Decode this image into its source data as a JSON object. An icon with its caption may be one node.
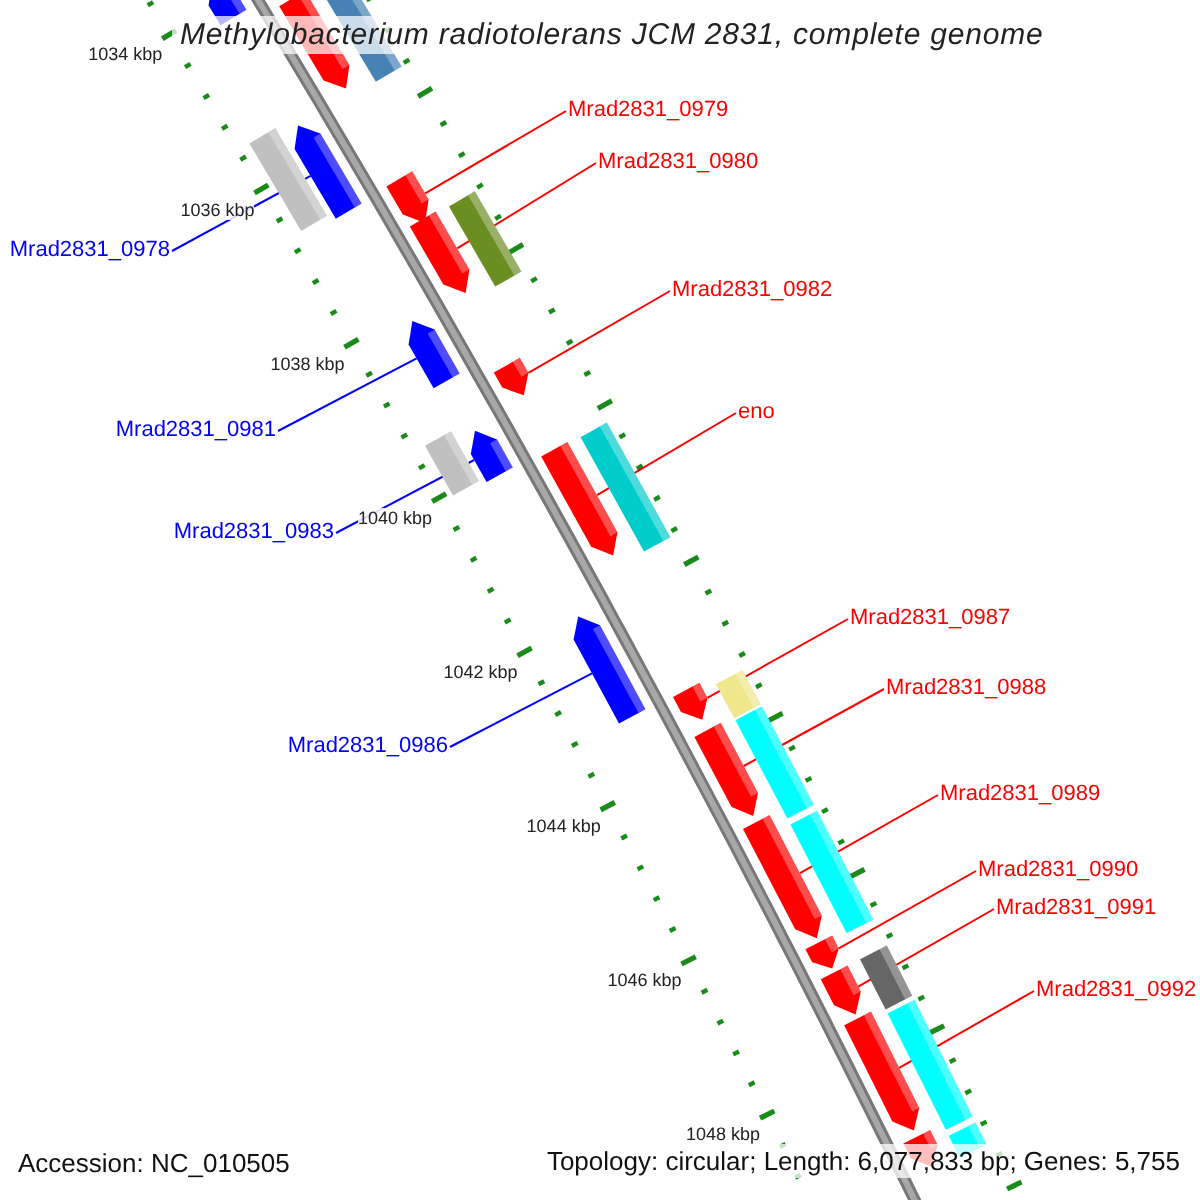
{
  "diagram": {
    "title": "Methylobacterium radiotolerans JCM 2831, complete genome",
    "nodes": [
      {
        "text": [
          "Mrad2831_0979"
        ]
      },
      {
        "text": [
          "Mrad2831_0980"
        ]
      },
      {
        "text": [
          "Mrad2831_0978"
        ]
      },
      {
        "text": [
          "Mrad2831_0982"
        ]
      },
      {
        "text": [
          "eno"
        ]
      },
      {
        "text": [
          "Mrad2831_0981"
        ]
      },
      {
        "text": [
          "Mrad2831_0983"
        ]
      },
      {
        "text": [
          "Mrad2831_0987"
        ]
      },
      {
        "text": [
          "Mrad2831_0988"
        ]
      },
      {
        "text": [
          "Mrad2831_0986"
        ]
      },
      {
        "text": [
          "Mrad2831_0989"
        ]
      },
      {
        "text": [
          "Mrad2831_0990"
        ]
      },
      {
        "text": [
          "Mrad2831_0991"
        ]
      },
      {
        "text": [
          "Mrad2831_0992"
        ]
      },
      {
        "text": [],
        "shape": "bar"
      },
      {
        "text": [],
        "shape": "bar"
      },
      {
        "text": [],
        "shape": "bar"
      },
      {
        "text": [],
        "shape": "bar"
      },
      {
        "text": [],
        "shape": "bar"
      },
      {
        "text": [],
        "shape": "bar"
      },
      {
        "text": [],
        "shape": "bar"
      },
      {
        "text": [],
        "shape": "bar"
      },
      {
        "text": [],
        "shape": "bar"
      },
      {
        "text": [],
        "shape": "bar"
      },
      {
        "text": [],
        "shape": "bar"
      },
      {
        "text": [],
        "shape": "bar"
      },
      {
        "text": [],
        "shape": "bar"
      },
      {
        "text": [],
        "shape": "bar"
      },
      {
        "text": [],
        "shape": "bar"
      },
      {
        "text": [],
        "shape": "bar"
      },
      {
        "text": [],
        "shape": "box"
      },
      {
        "text": [],
        "shape": "box"
      },
      {
        "text": [],
        "shape": "box"
      },
      {
        "text": [],
        "shape": "box"
      },
      {
        "text": [],
        "shape": "box"
      },
      {
        "text": [],
        "shape": "box"
      },
      {
        "text": [],
        "shape": "box"
      },
      {
        "text": [],
        "shape": "box"
      },
      {
        "text": [],
        "shape": "box"
      },
      {
        "text": [],
        "shape": "box"
      },
      {
        "text": [],
        "shape": "bar"
      },
      {
        "text": [],
        "shape": "box"
      }
    ],
    "edges": [
      {
        "from": 2,
        "to": 14,
        "arrow": "none",
        "color": "#0000ff"
      },
      {
        "from": 0,
        "to": 15,
        "arrow": "none"
      },
      {
        "from": 1,
        "to": 16,
        "arrow": "none"
      },
      {
        "from": 5,
        "to": 17,
        "arrow": "none",
        "color": "#0000ff"
      },
      {
        "from": 3,
        "to": 18,
        "arrow": "none"
      },
      {
        "from": 6,
        "to": 19,
        "arrow": "none",
        "color": "#0000ff"
      },
      {
        "from": 4,
        "to": 20,
        "arrow": "none"
      },
      {
        "from": 9,
        "to": 21,
        "arrow": "none",
        "color": "#0000ff"
      },
      {
        "from": 7,
        "to": 22,
        "arrow": "none"
      },
      {
        "from": 8,
        "to": 23,
        "arrow": "none"
      },
      {
        "from": 10,
        "to": 24,
        "arrow": "none"
      },
      {
        "from": 11,
        "to": 25,
        "arrow": "none"
      },
      {
        "from": 12,
        "to": 26,
        "arrow": "none"
      },
      {
        "from": 13,
        "to": 27,
        "arrow": "none"
      }
    ],
    "labels": [
      "1034 kbp",
      "1036 kbp",
      "1038 kbp",
      "1040 kbp",
      "1042 kbp",
      "1044 kbp",
      "1046 kbp",
      "1048 kbp",
      "Accession: NC_010505",
      "Topology: circular; Length: 6,077,833 bp; Genes: 5,755"
    ]
  }
}
